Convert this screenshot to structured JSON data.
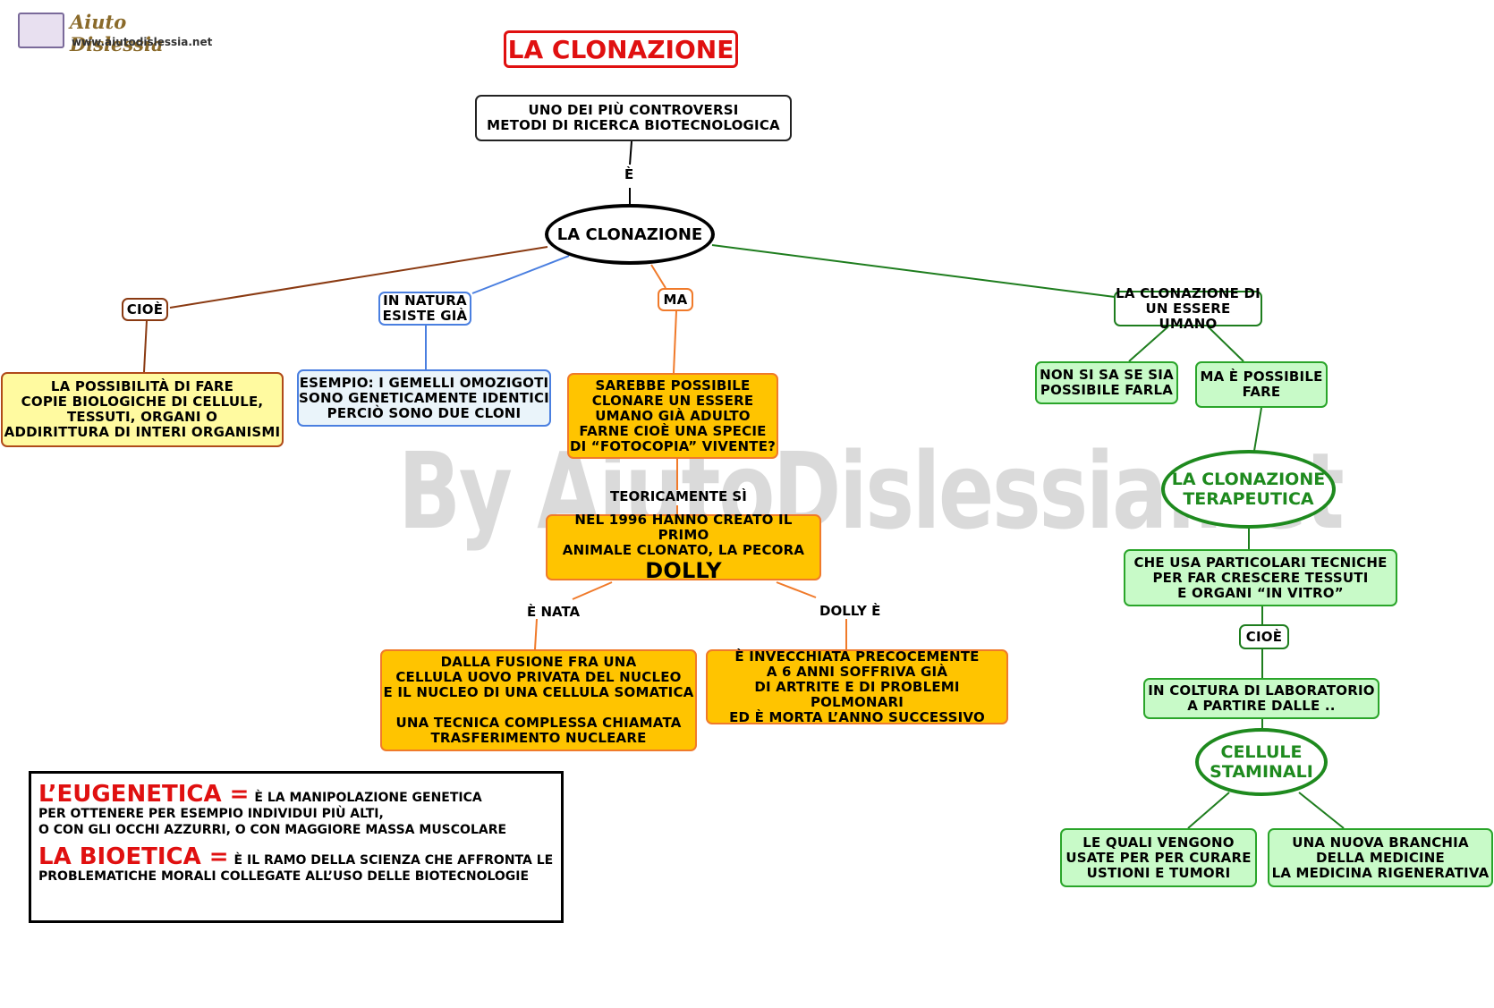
{
  "logo": {
    "brand": "Aiuto Dislessia",
    "url": "www.aiutodislessia.net"
  },
  "watermark": "By AiutoDislessia.net",
  "title": "LA CLONAZIONE",
  "nodes": {
    "intro": "UNO  DEI  PIÙ  CONTROVERSI\nMETODI  DI  RICERCA  BIOTECNOLOGICA",
    "center": "LA CLONAZIONE",
    "cioe1": "CIOÈ",
    "in_natura": "IN NATURA\nESISTE GIÀ",
    "ma": "MA",
    "umano": "LA CLONAZIONE DI\nUN ESSERE UMANO",
    "possibilita": "LA  POSSIBILITÀ DI FARE\nCOPIE BIOLOGICHE DI CELLULE,\nTESSUTI, ORGANI O\nADDIRITTURA DI INTERI ORGANISMI",
    "esempio": "ESEMPIO: I GEMELLI OMOZIGOTI\nSONO GENETICAMENTE IDENTICI\nPERCIÒ SONO DUE  CLONI",
    "sarebbe": "SAREBBE  POSSIBILE\nCLONARE  UN  ESSERE\nUMANO GIÀ ADULTO\nFARNE CIOÈ UNA SPECIE\nDI “FOTOCOPIA” VIVENTE?",
    "dolly_text": "NEL 1996 HANNO CREATO IL PRIMO\nANIMALE CLONATO, LA PECORA",
    "dolly_name": "DOLLY",
    "fusione": "DALLA FUSIONE  FRA  UNA\nCELLULA  UOVO  PRIVATA DEL  NUCLEO\nE  IL NUCLEO DI UNA CELLULA SOMATICA\n\nUNA TECNICA COMPLESSA CHIAMATA\nTRASFERIMENTO  NUCLEARE",
    "invecchiata": "È INVECCHIATA PRECOCEMENTE\nA  6 ANNI SOFFRIVA GIÀ\nDI ARTRITE E DI PROBLEMI POLMONARI\nED È MORTA L’ANNO SUCCESSIVO",
    "non_si_sa": "NON SI SA SE SIA\nPOSSIBILE FARLA",
    "ma_possibile": "MA È POSSIBILE\nFARE",
    "terapeutica": "LA CLONAZIONE\nTERAPEUTICA",
    "tecniche": "CHE  USA PARTICOLARI  TECNICHE\nPER  FAR  CRESCERE  TESSUTI\nE  ORGANI “IN VITRO”",
    "cioe2": "CIOÈ",
    "coltura": "IN COLTURA DI LABORATORIO\nA PARTIRE DALLE ..",
    "staminali": "CELLULE\nSTAMINALI",
    "curare": "LE QUALI VENGONO\nUSATE PER  PER CURARE\nUSTIONI E TUMORI",
    "branchia": "UNA NUOVA BRANCHIA\nDELLA MEDICINE\nLA MEDICINA RIGENERATIVA"
  },
  "labels": {
    "e": "È",
    "teoricamente": "TEORICAMENTE  SÌ",
    "e_nata": "È NATA",
    "dolly_e": "DOLLY È"
  },
  "definitions": {
    "eugenetica_term": "L’EUGENETICA =",
    "eugenetica_line1": "È LA MANIPOLAZIONE GENETICA",
    "eugenetica_line2": "PER OTTENERE PER ESEMPIO INDIVIDUI PIÙ ALTI,",
    "eugenetica_line3": "O CON GLI OCCHI AZZURRI, O CON MAGGIORE MASSA MUSCOLARE",
    "bioetica_term": "LA  BIOETICA =",
    "bioetica_line1": "È IL RAMO DELLA SCIENZA CHE AFFRONTA LE",
    "bioetica_line2": "PROBLEMATICHE MORALI COLLEGATE ALL’USO DELLE BIOTECNOLOGIE"
  },
  "colors": {
    "title_red": "#e01010",
    "brown": "#8a3a12",
    "blue": "#4a7fe0",
    "orange": "#f07a2a",
    "green": "#1e8a1e",
    "yellow_fill": "#fffaa0",
    "orange_fill": "#ffc400",
    "green_fill": "#c8fac8"
  }
}
